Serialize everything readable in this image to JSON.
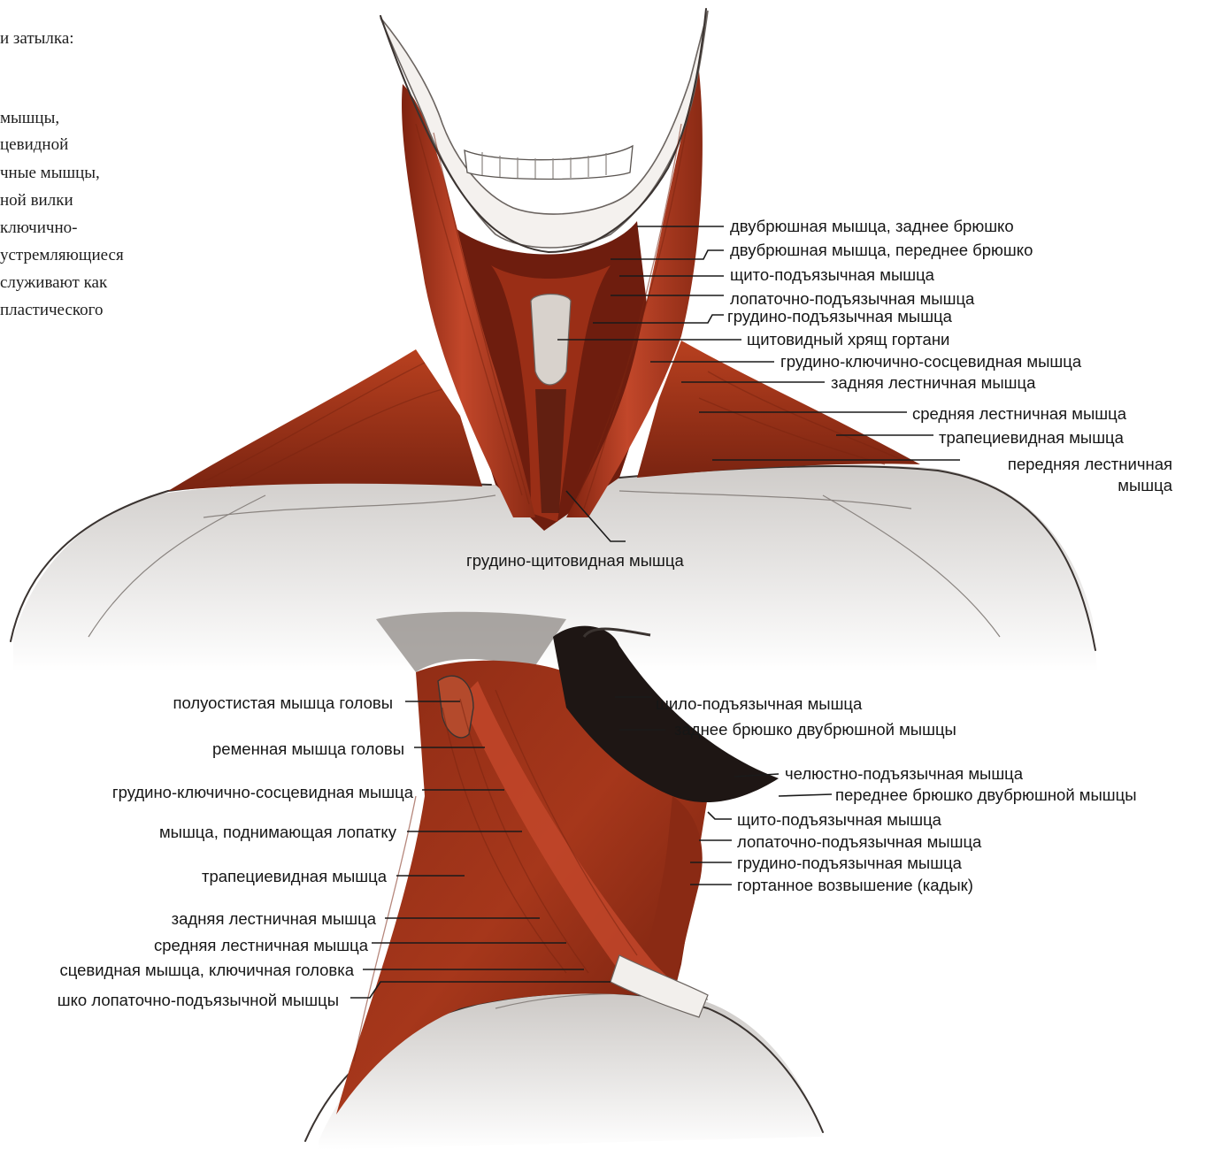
{
  "text_fragment": {
    "lines": [
      "и затылка:",
      "",
      "",
      "мышцы,",
      "цевидной",
      "чные мышцы,",
      "ной вилки",
      "ключично-",
      "устремляющиеся",
      "служивают как",
      " пластического"
    ]
  },
  "front_view": {
    "labels": [
      "двубрюшная мышца, заднее брюшко",
      "двубрюшная мышца, переднее брюшко",
      "щито-подъязычная мышца",
      "лопаточно-подъязычная мышца",
      "грудино-подъязычная мышца",
      "щитовидный хрящ гортани",
      "грудино-ключично-сосцевидная мышца",
      "задняя лестничная мышца",
      "средняя лестничная мышца",
      "трапециевидная мышца",
      "передняя лестничная",
      "мышца",
      "грудино-щитовидная мышца"
    ]
  },
  "side_view": {
    "left_labels": [
      "полуостистая мышца головы",
      "ременная мышца головы",
      "грудино-ключично-сосцевидная мышца",
      "мышца, поднимающая лопатку",
      "трапециевидная мышца",
      "задняя лестничная мышца",
      "средняя лестничная мышца",
      "сцевидная мышца, ключичная головка",
      "шко лопаточно-подъязычной мышцы"
    ],
    "right_labels": [
      "шило-подъязычная мышца",
      "заднее брюшко двубрюшной мышцы",
      "челюстно-подъязычная мышца",
      "переднее брюшко двубрюшной мышцы",
      "щито-подъязычная мышца",
      "лопаточно-подъязычная мышца",
      "грудино-подъязычная мышца",
      "гортанное возвышение (кадык)"
    ]
  },
  "colors": {
    "muscle": "#b0351a",
    "muscle_dark": "#6e1d0e",
    "muscle_light": "#d46a4c",
    "skin_shadow": "#8f8a86",
    "bone": "#f4f1ee"
  }
}
